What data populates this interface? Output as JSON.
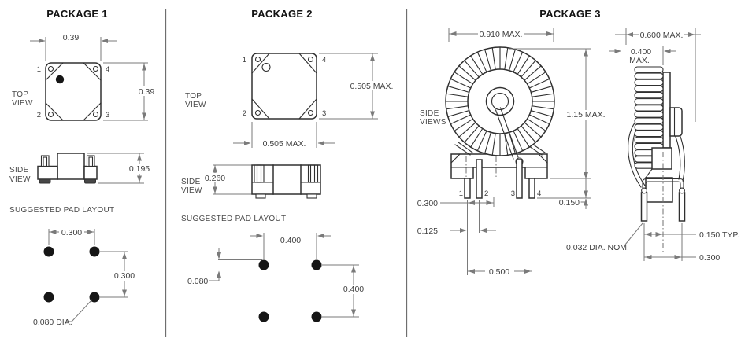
{
  "package1": {
    "title": "PACKAGE 1",
    "top_view_label": [
      "TOP",
      "VIEW"
    ],
    "side_view_label": [
      "SIDE",
      "VIEW"
    ],
    "pad_layout_label": "SUGGESTED PAD LAYOUT",
    "pins": [
      "1",
      "2",
      "3",
      "4"
    ],
    "dims": {
      "width": "0.39",
      "height": "0.39",
      "side_height": "0.195",
      "pad_pitch_x": "0.300",
      "pad_pitch_y": "0.300",
      "pad_dia": "0.080 DIA."
    }
  },
  "package2": {
    "title": "PACKAGE 2",
    "top_view_label": [
      "TOP",
      "VIEW"
    ],
    "side_view_label": [
      "SIDE",
      "VIEW"
    ],
    "pad_layout_label": "SUGGESTED PAD LAYOUT",
    "pins": [
      "1",
      "2",
      "3",
      "4"
    ],
    "dims": {
      "width": "0.505 MAX.",
      "height": "0.505 MAX.",
      "side_height": "0.260",
      "pad_pitch_x": "0.400",
      "pad_pitch_y": "0.400",
      "pad_dia": "0.080"
    }
  },
  "package3": {
    "title": "PACKAGE 3",
    "side_views_label": [
      "SIDE",
      "VIEWS"
    ],
    "pins": [
      "1",
      "2",
      "3",
      "4"
    ],
    "dims": {
      "body_width": "0.910 MAX.",
      "body_height": "1.15 MAX.",
      "lead_standoff": "0.150",
      "pin_offset": "0.300",
      "pin_gap": "0.125",
      "pin_span": "0.500",
      "wire_dia": "0.032 DIA. NOM.",
      "depth": "0.600 MAX.",
      "core_depth": [
        "0.400",
        "MAX."
      ],
      "pin_pitch_typ": "0.150 TYP.",
      "pin_span_side": "0.300"
    }
  }
}
